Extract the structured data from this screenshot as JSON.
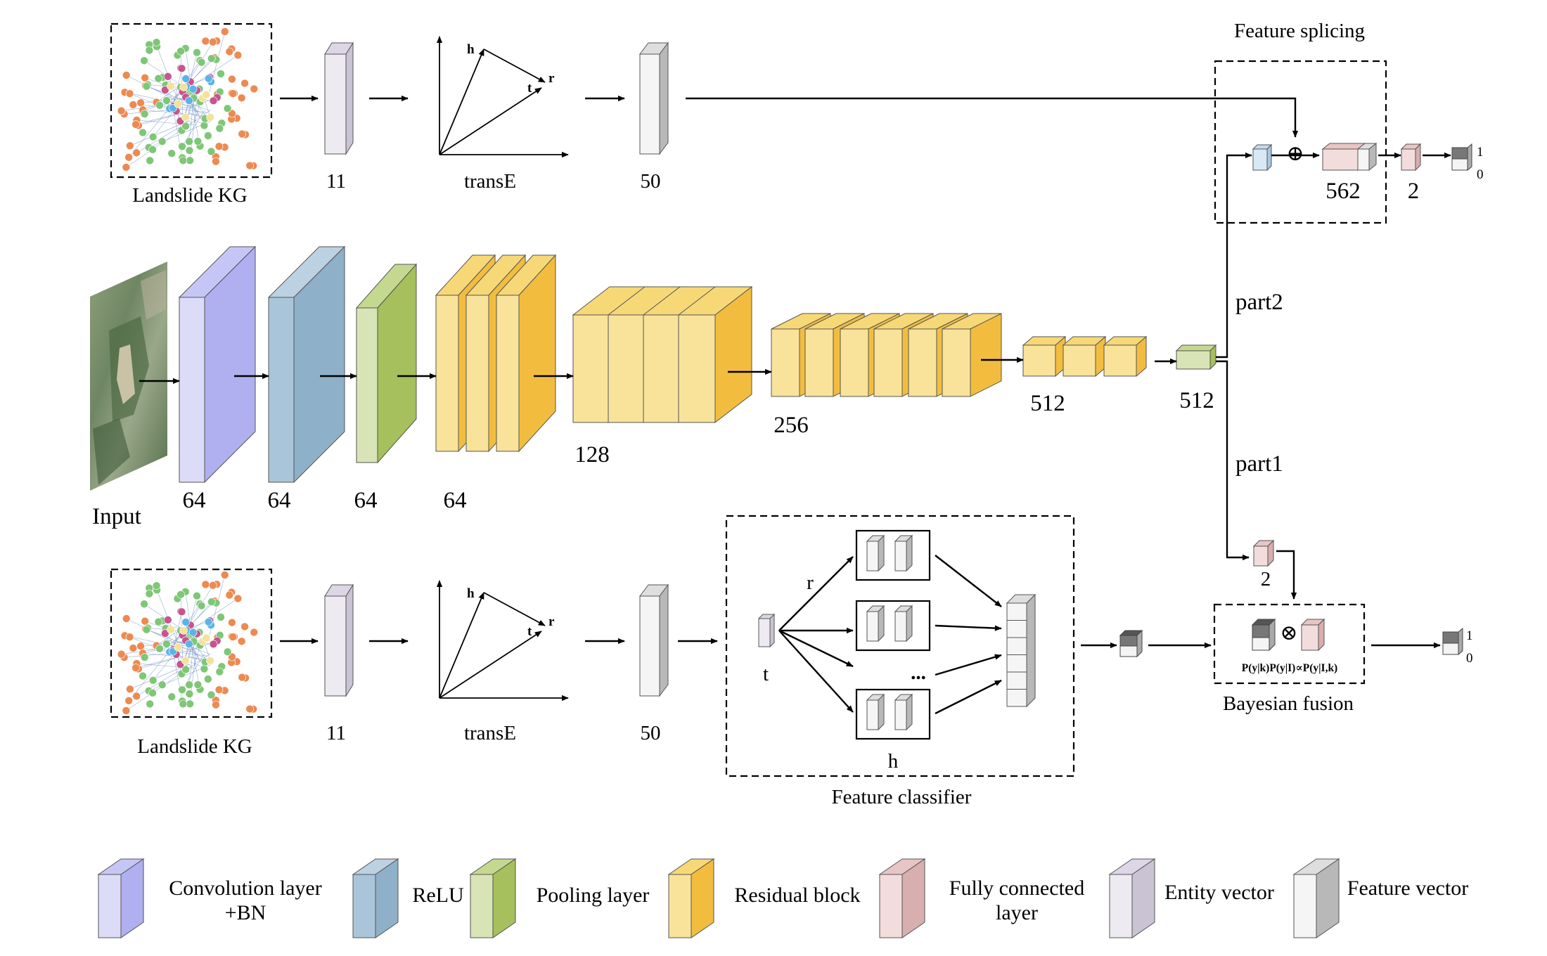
{
  "kg_top": {
    "caption": "Landslide KG",
    "dim1": "11",
    "method": "transE",
    "dim2": "50",
    "h": "h",
    "r": "r",
    "t": "t"
  },
  "kg_bottom": {
    "caption": "Landslide KG",
    "dim1": "11",
    "method": "transE",
    "dim2": "50",
    "h": "h",
    "r": "r",
    "t": "t"
  },
  "cnn": {
    "input_label": "Input",
    "dims": [
      "64",
      "64",
      "64",
      "64",
      "128",
      "256",
      "512",
      "512"
    ],
    "part2": "part2",
    "part1": "part1"
  },
  "splicing": {
    "title": "Feature splicing",
    "oplus": "⊕",
    "dim": "562",
    "out_dim": "2",
    "one": "1",
    "zero": "0"
  },
  "classifier": {
    "title": "Feature classifier",
    "t": "t",
    "r": "r",
    "h": "h",
    "dots": "..."
  },
  "fusion": {
    "title": "Bayesian fusion",
    "otimes": "⊗",
    "dim": "2",
    "one": "1",
    "zero": "0",
    "formula": "P(y|k)P(y|I)∝P(y|I,k)"
  },
  "legend": [
    {
      "label": "Convolution layer",
      "label2": "+BN",
      "light": "#dcdcf8",
      "dark": "#b0b0f0",
      "top": "#c6c6f6"
    },
    {
      "label": "ReLU",
      "light": "#a9c5d9",
      "dark": "#8eb1c9",
      "top": "#bcd1e2"
    },
    {
      "label": "Pooling layer",
      "light": "#d8e4b5",
      "dark": "#a5c05c",
      "top": "#c4d98f"
    },
    {
      "label": "Residual block",
      "light": "#f9e39a",
      "dark": "#f2bd3f",
      "top": "#f7d877"
    },
    {
      "label": "Fully connected",
      "label2": "layer",
      "light": "#f3dcdc",
      "dark": "#d9aeae",
      "top": "#e8c5c5"
    },
    {
      "label": "Entity vector",
      "light": "#eeeaf2",
      "dark": "#c9c3d4",
      "top": "#dcd6e6"
    },
    {
      "label": "Feature vector",
      "light": "#f5f5f5",
      "dark": "#b8b8b8",
      "top": "#dedede"
    }
  ]
}
